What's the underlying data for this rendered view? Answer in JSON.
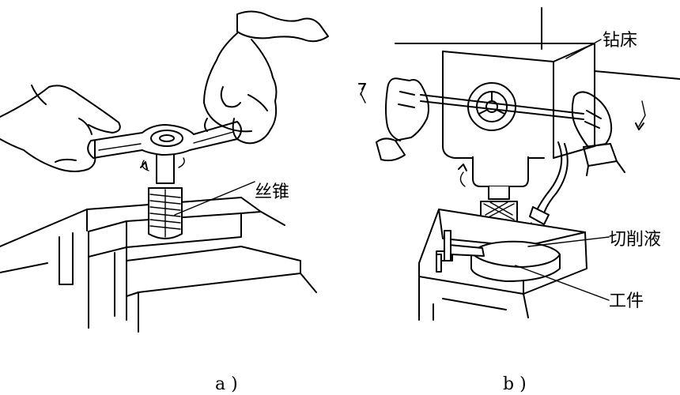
{
  "figure_a": {
    "caption": "a )",
    "label_tap": "丝锥"
  },
  "figure_b": {
    "caption": "b )",
    "label_drill_press": "钻床",
    "label_cutting_fluid": "切削液",
    "label_workpiece": "工件"
  }
}
